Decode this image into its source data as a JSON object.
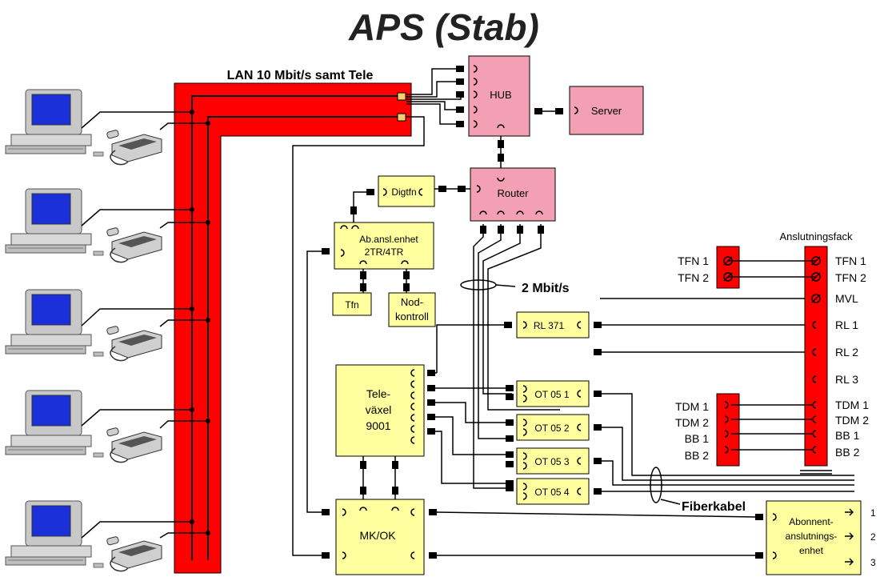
{
  "title": "APS (Stab)",
  "lan_label": "LAN 10 Mbit/s samt Tele",
  "rate_label": "2 Mbit/s",
  "fiber_label": "Fiberkabel",
  "colors": {
    "red": "#ff0000",
    "pink": "#f4a0b4",
    "yellow": "#ffffa0",
    "screen": "#1b2fd8"
  },
  "boxes": {
    "hub": "HUB",
    "server": "Server",
    "router": "Router",
    "digtfn": "Digtfn",
    "ab_line1": "Ab.ansl.enhet",
    "ab_line2": "2TR/4TR",
    "tfn": "Tfn",
    "nod_line1": "Nod-",
    "nod_line2": "kontroll",
    "rl371": "RL 371",
    "tele_line1": "Tele-",
    "tele_line2": "växel",
    "tele_line3": "9001",
    "ot1": "OT 05 1",
    "ot2": "OT 05 2",
    "ot3": "OT 05 3",
    "ot4": "OT 05 4",
    "mkok": "MK/OK",
    "abon_line1": "Abonnent-",
    "abon_line2": "anslutnings-",
    "abon_line3": "enhet"
  },
  "anslutningsfack": {
    "title": "Anslutningsfack",
    "right_labels": [
      "TFN 1",
      "TFN 2",
      "MVL",
      "RL 1",
      "RL 2",
      "RL 3",
      "TDM 1",
      "TDM 2",
      "BB 1",
      "BB 2"
    ],
    "tfn_labels": [
      "TFN 1",
      "TFN 2"
    ],
    "tdm_labels": [
      "TDM 1",
      "TDM 2",
      "BB 1",
      "BB 2"
    ]
  },
  "abon_ports": [
    "1",
    "2",
    "3"
  ]
}
